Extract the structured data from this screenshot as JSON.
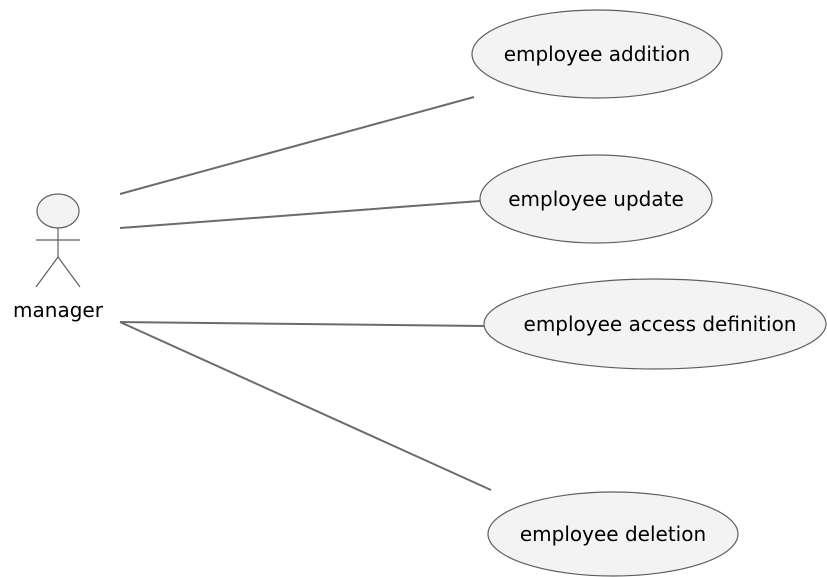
{
  "diagram": {
    "actor": {
      "name": "manager"
    },
    "use_cases": [
      {
        "label": "employee addition"
      },
      {
        "label": "employee update"
      },
      {
        "label": "employee access definition"
      },
      {
        "label": "employee deletion"
      }
    ],
    "colors": {
      "background": "#ffffff",
      "shape_fill": "#f3f3f3",
      "shape_stroke": "#5f5f5f",
      "line": "#6b6b6b",
      "text": "#000000"
    },
    "icons": [
      "stick-figure-actor-icon"
    ]
  }
}
